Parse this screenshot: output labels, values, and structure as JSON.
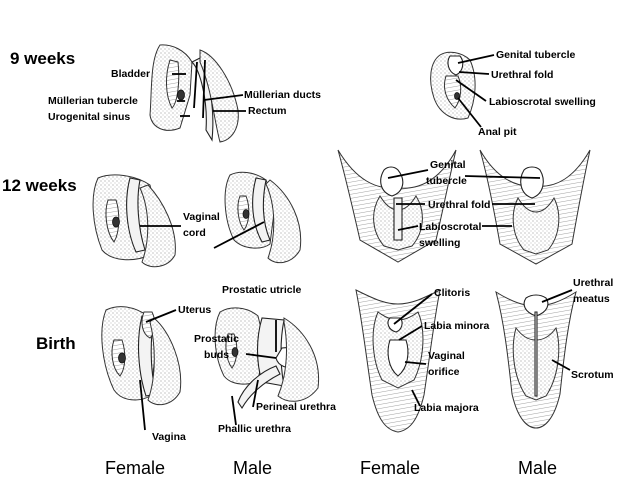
{
  "stages": {
    "nine_weeks": "9 weeks",
    "twelve_weeks": "12 weeks",
    "birth": "Birth"
  },
  "labels": {
    "bladder": "Bladder",
    "mullerian_tubercle": "Müllerian tubercle",
    "urogenital_sinus": "Urogenital sinus",
    "mullerian_ducts": "Müllerian ducts",
    "rectum": "Rectum",
    "genital_tubercle_9": "Genital tubercle",
    "urethral_fold_9": "Urethral fold",
    "labioscrotal_swelling_9": "Labioscrotal swelling",
    "anal_pit": "Anal pit",
    "vaginal_cord_1": "Vaginal",
    "vaginal_cord_2": "cord",
    "genital_tubercle_12_1": "Genital",
    "genital_tubercle_12_2": "tubercle",
    "urethral_fold_12": "Urethral fold",
    "labioscrotal_swelling_12_1": "Labioscrotal",
    "labioscrotal_swelling_12_2": "swelling",
    "uterus": "Uterus",
    "vagina": "Vagina",
    "prostatic_utricle": "Prostatic utricle",
    "prostatic_buds_1": "Prostatic",
    "prostatic_buds_2": "buds",
    "perineal_urethra": "Perineal urethra",
    "phallic_urethra": "Phallic urethra",
    "clitoris": "Clitoris",
    "labia_minora": "Labia minora",
    "vaginal_orifice_1": "Vaginal",
    "vaginal_orifice_2": "orifice",
    "labia_majora": "Labia majora",
    "urethral_meatus_1": "Urethral",
    "urethral_meatus_2": "meatus",
    "scrotum": "Scrotum"
  },
  "captions": {
    "female_internal": "Female",
    "male_internal": "Male",
    "female_external": "Female",
    "male_external": "Male"
  }
}
